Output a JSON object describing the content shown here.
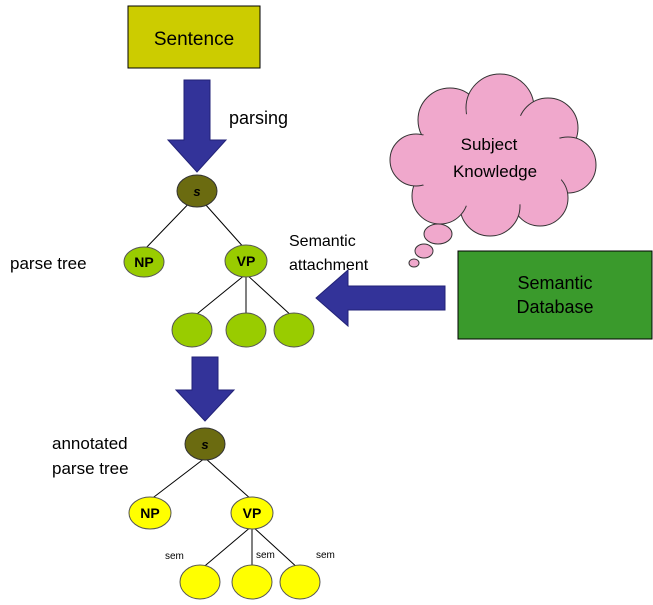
{
  "sentence_box": {
    "label": "Sentence",
    "fill": "#cccc00"
  },
  "parsing_label": "parsing",
  "thought_cloud": {
    "line1": "Subject",
    "line2": "Knowledge",
    "fill": "#f0a8cc"
  },
  "semantic_database": {
    "line1": "Semantic",
    "line2": "Database",
    "fill": "#3a9a2c"
  },
  "semantic_attachment": {
    "line1": "Semantic",
    "line2": "attachment"
  },
  "arrow_color": "#333399",
  "parse_tree": {
    "caption": "parse tree",
    "root_label": "s",
    "np_label": "NP",
    "vp_label": "VP",
    "root_color": "#6b6b10",
    "node_color": "#99cc00"
  },
  "annotated_tree": {
    "caption_line1": "annotated",
    "caption_line2": "parse tree",
    "root_label": "s",
    "np_label": "NP",
    "vp_label": "VP",
    "sem_labels": [
      "sem",
      "sem",
      "sem"
    ],
    "root_color": "#6b6b10",
    "node_color": "#ffff00"
  }
}
